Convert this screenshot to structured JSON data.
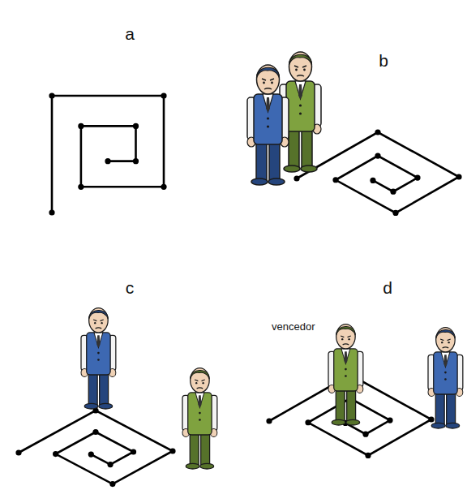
{
  "diagram": {
    "labels": [
      "a",
      "b",
      "c",
      "d",
      "vencedor"
    ]
  }
}
